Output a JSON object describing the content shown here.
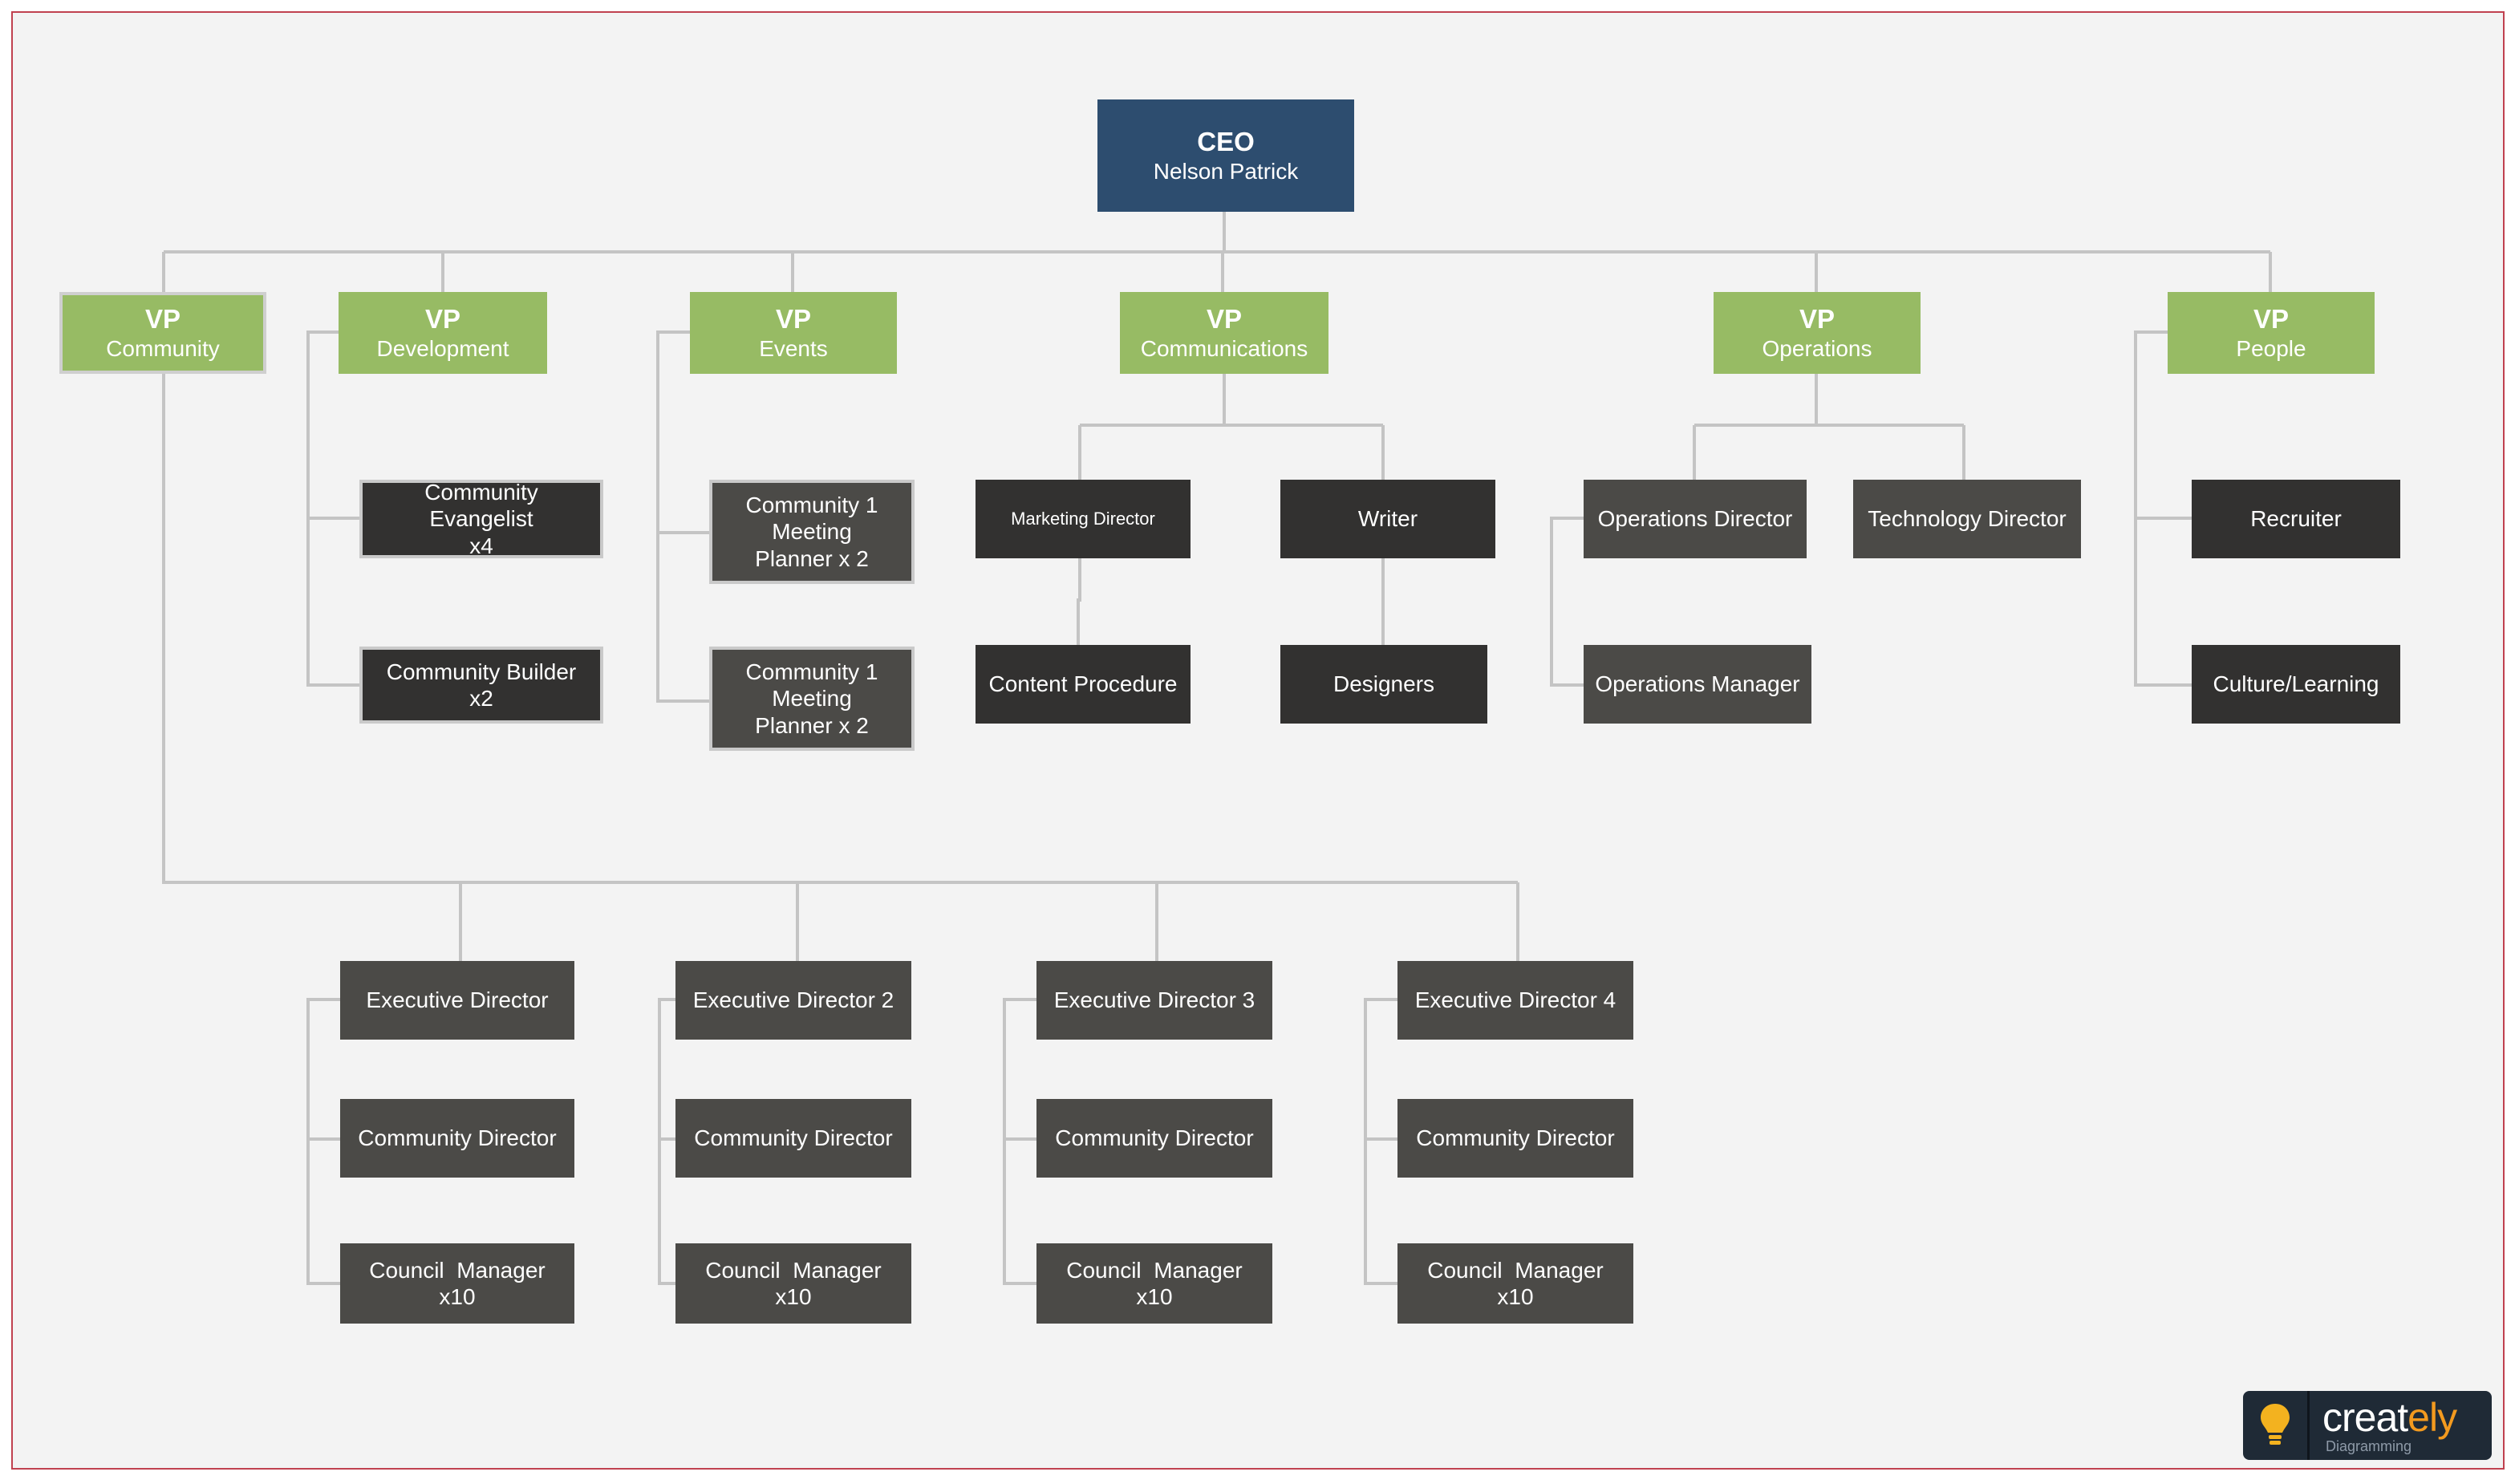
{
  "ceo": {
    "title": "CEO",
    "name": "Nelson Patrick"
  },
  "vps": {
    "community": {
      "title": "VP",
      "dept": "Community"
    },
    "development": {
      "title": "VP",
      "dept": "Development"
    },
    "events": {
      "title": "VP",
      "dept": "Events"
    },
    "communications": {
      "title": "VP",
      "dept": "Communications"
    },
    "operations": {
      "title": "VP",
      "dept": "Operations"
    },
    "people": {
      "title": "VP",
      "dept": "People"
    }
  },
  "development": {
    "evangelist": {
      "line1": "Community Evangelist",
      "line2": "x4"
    },
    "builder": {
      "line1": "Community Builder",
      "line2": "x2"
    }
  },
  "events": {
    "planner1": {
      "line1": "Community 1",
      "line2": "Meeting",
      "line3": "Planner x 2"
    },
    "planner2": {
      "line1": "Community 1",
      "line2": "Meeting",
      "line3": "Planner x 2"
    }
  },
  "communications": {
    "marketing_director": "Marketing Director",
    "writer": "Writer",
    "content_procedure": "Content Procedure",
    "designers": "Designers"
  },
  "operations": {
    "operations_director": "Operations Director",
    "technology_director": "Technology Director",
    "operations_manager": "Operations Manager"
  },
  "people": {
    "recruiter": "Recruiter",
    "culture_learning": "Culture/Learning"
  },
  "community_groups": [
    {
      "executive": "Executive Director",
      "director": "Community Director",
      "council_line1": "Council  Manager",
      "council_line2": "x10"
    },
    {
      "executive": "Executive Director 2",
      "director": "Community Director",
      "council_line1": "Council  Manager",
      "council_line2": "x10"
    },
    {
      "executive": "Executive Director 3",
      "director": "Community Director",
      "council_line1": "Council  Manager",
      "council_line2": "x10"
    },
    {
      "executive": "Executive Director 4",
      "director": "Community Director",
      "council_line1": "Council  Manager",
      "council_line2": "x10"
    }
  ],
  "logo": {
    "brand_main": "creat",
    "brand_accent": "ely",
    "tagline": "Diagramming",
    "icon": "lightbulb-icon"
  },
  "colors": {
    "ceo": "#2d4d6f",
    "vp": "#97bb64",
    "dark_box": "#323130",
    "gray_box": "#4b4a47",
    "connector": "#c4c4c4",
    "frame_border": "#c0414f",
    "logo_accent": "#f39a1f"
  }
}
